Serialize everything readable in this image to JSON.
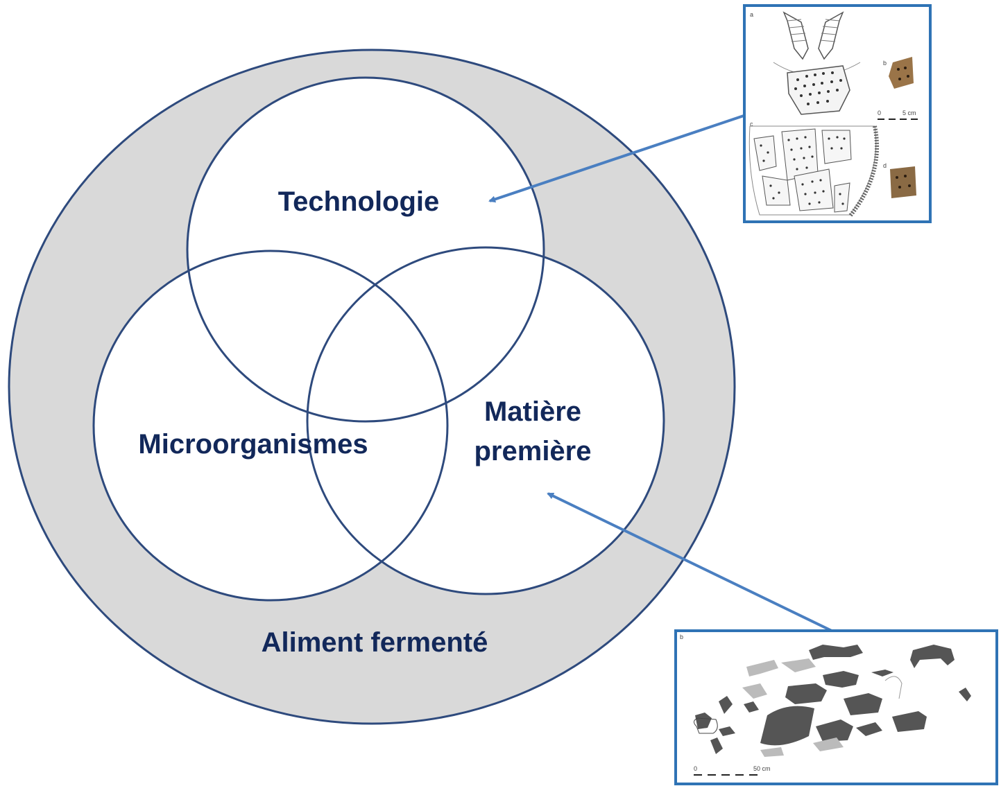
{
  "diagram": {
    "outer_label": "Aliment fermenté",
    "circles": {
      "technologie": "Technologie",
      "microorganismes": "Microorganismes",
      "matiere_premiere_line1": "Matière",
      "matiere_premiere_line2": "première"
    }
  },
  "images": {
    "top_scale_zero": "0",
    "top_scale_unit": "5 cm",
    "top_panel_letters": [
      "a",
      "b",
      "c",
      "d"
    ],
    "bottom_panel_letter": "b",
    "bottom_scale_zero": "0",
    "bottom_scale_unit": "50 cm"
  },
  "colors": {
    "outer_fill": "#d9d9d9",
    "circle_stroke": "#2e4a7d",
    "label": "#12285a",
    "arrow": "#4a7fc1",
    "frame": "#2f73b5"
  },
  "icons": {
    "top_image": "pottery-fragments-drawing",
    "bottom_image": "rock-art-cattle-drawing"
  }
}
